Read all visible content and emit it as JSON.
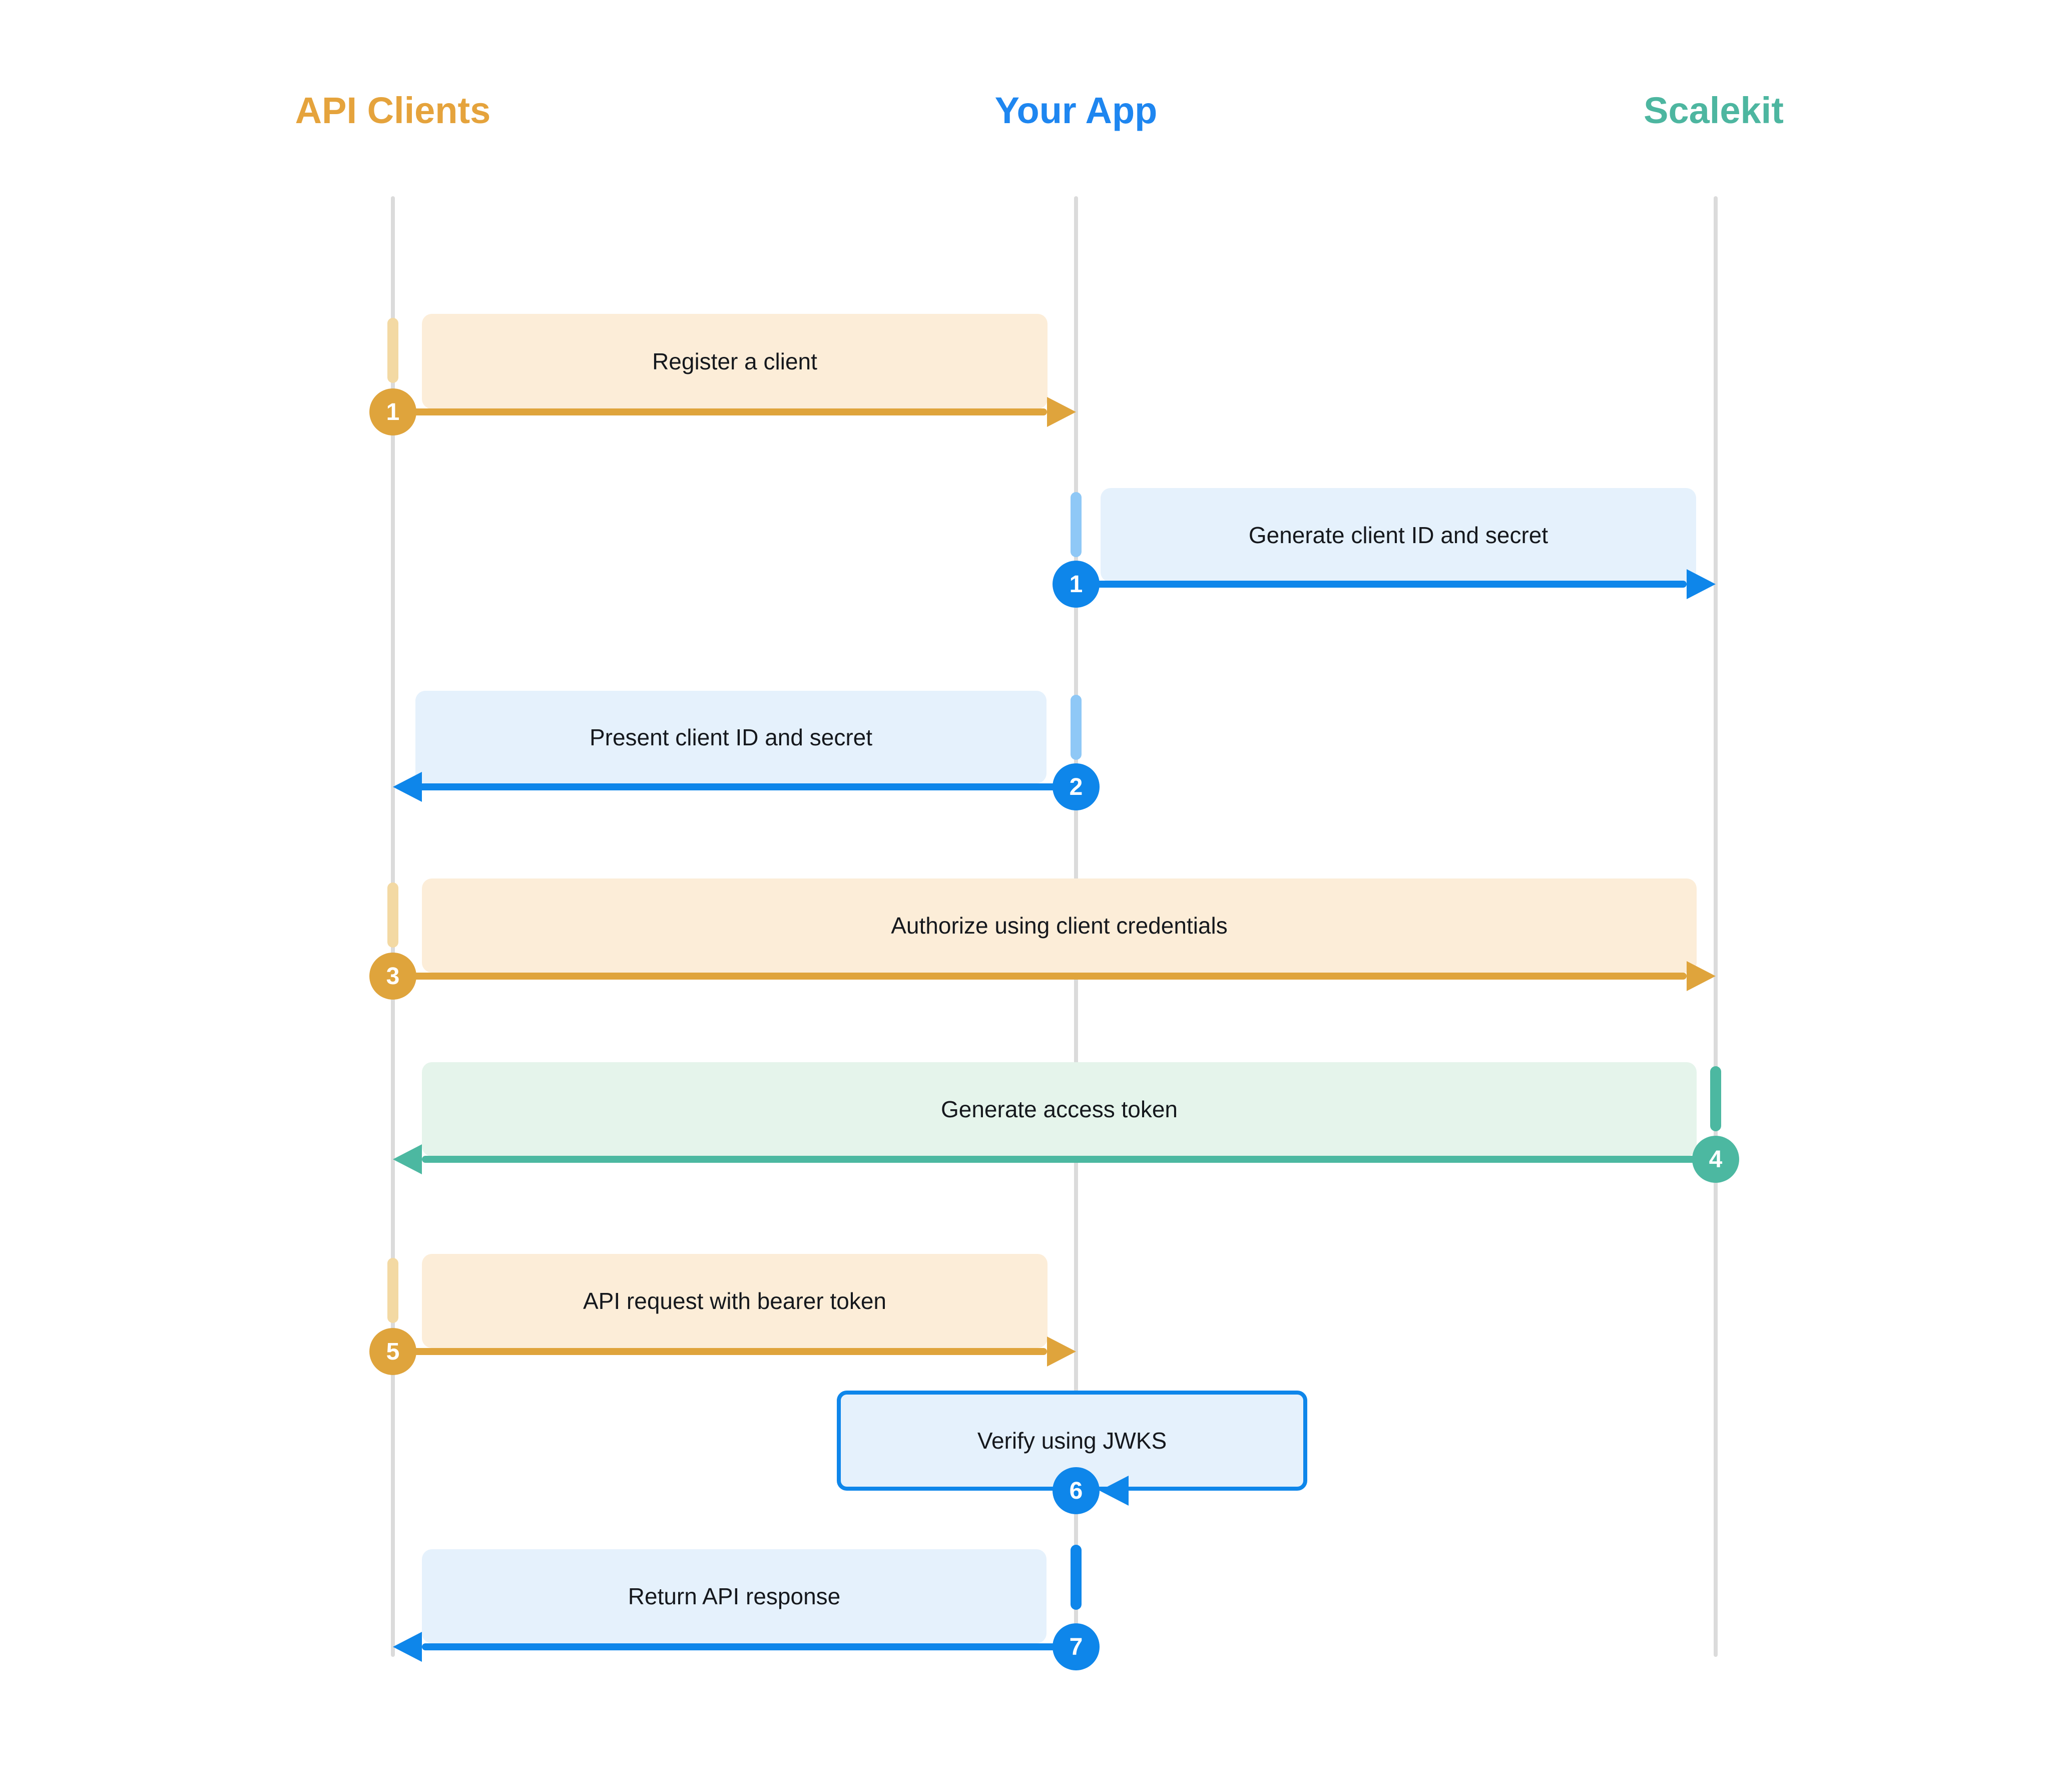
{
  "diagram": {
    "actors": [
      {
        "id": "api-clients",
        "label": "API Clients",
        "color": "#E5A33C"
      },
      {
        "id": "your-app",
        "label": "Your App",
        "color": "#1E86F0"
      },
      {
        "id": "scalekit",
        "label": "Scalekit",
        "color": "#4DB6A0"
      }
    ],
    "messages": [
      {
        "num": "1",
        "label": "Register a client",
        "theme": "orange",
        "from": "api-clients",
        "to": "your-app",
        "direction": "right"
      },
      {
        "num": "1",
        "label": "Generate client ID and secret",
        "theme": "blue",
        "from": "your-app",
        "to": "scalekit",
        "direction": "right"
      },
      {
        "num": "2",
        "label": "Present client ID and secret",
        "theme": "blue",
        "from": "your-app",
        "to": "api-clients",
        "direction": "left"
      },
      {
        "num": "3",
        "label": "Authorize using client credentials",
        "theme": "orange",
        "from": "api-clients",
        "to": "scalekit",
        "direction": "right"
      },
      {
        "num": "4",
        "label": "Generate access token",
        "theme": "teal",
        "from": "scalekit",
        "to": "api-clients",
        "direction": "left"
      },
      {
        "num": "5",
        "label": "API request with bearer token",
        "theme": "orange",
        "from": "api-clients",
        "to": "your-app",
        "direction": "right"
      },
      {
        "num": "6",
        "label": "Verify using JWKS",
        "theme": "blue",
        "from": "your-app",
        "to": "your-app",
        "direction": "self"
      },
      {
        "num": "7",
        "label": "Return API response",
        "theme": "blue",
        "from": "your-app",
        "to": "api-clients",
        "direction": "left"
      }
    ],
    "colors": {
      "orange_arrow": "#DFA43C",
      "orange_box": "#FCEDD8",
      "orange_activation": "#F3D9A3",
      "blue_arrow": "#0E86EA",
      "blue_box": "#E5F1FC",
      "blue_activation_light": "#8FC8F6",
      "blue_activation_solid": "#0E86EA",
      "teal_arrow": "#4CB8A1",
      "teal_box": "#E5F4EB",
      "lifeline": "#DBDBDB",
      "message_text": "#15181D"
    }
  }
}
